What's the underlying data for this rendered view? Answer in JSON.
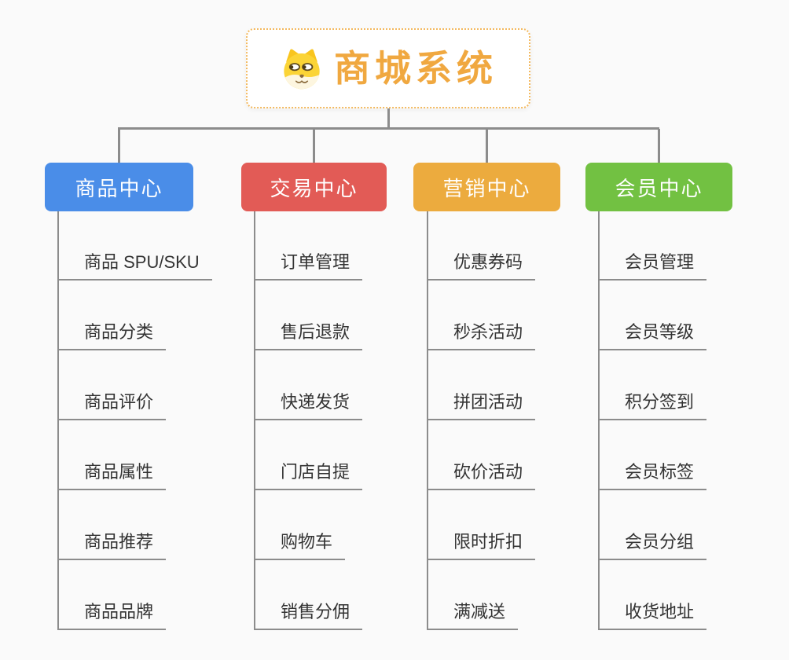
{
  "page": {
    "background": "#fafafa"
  },
  "root": {
    "title": "商城系统",
    "icon": "dog-face-icon",
    "border_color": "#f3b95f",
    "title_color": "#f0a840"
  },
  "connector_color": "#8c8c8c",
  "leaf_text_color": "#333333",
  "branches": [
    {
      "label": "商品中心",
      "color": "#4a8de8",
      "items": [
        "商品 SPU/SKU",
        "商品分类",
        "商品评价",
        "商品属性",
        "商品推荐",
        "商品品牌"
      ]
    },
    {
      "label": "交易中心",
      "color": "#e25b56",
      "items": [
        "订单管理",
        "售后退款",
        "快递发货",
        "门店自提",
        "购物车",
        "销售分佣"
      ]
    },
    {
      "label": "营销中心",
      "color": "#ecab3e",
      "items": [
        "优惠券码",
        "秒杀活动",
        "拼团活动",
        "砍价活动",
        "限时折扣",
        "满减送"
      ]
    },
    {
      "label": "会员中心",
      "color": "#72c142",
      "items": [
        "会员管理",
        "会员等级",
        "积分签到",
        "会员标签",
        "会员分组",
        "收货地址"
      ]
    }
  ]
}
